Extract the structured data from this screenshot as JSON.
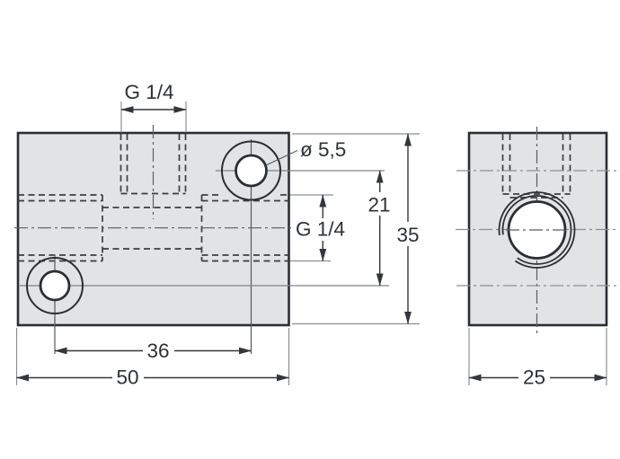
{
  "drawing": {
    "kind": "dimensioned technical drawing, junction block with threaded ports, front view and side view",
    "labels": {
      "top_port_thread": "G 1/4",
      "side_port_thread": "G 1/4",
      "mounting_hole_diameter": "ø 5,5",
      "port_center_distance": "21",
      "block_height": "35",
      "mounting_hole_spacing": "36",
      "block_width": "50",
      "block_depth": "25"
    },
    "colors": {
      "background": "#ffffff",
      "body_fill": "#e2e3e5",
      "outline": "#2b2e32",
      "hidden_line": "#3b3e42",
      "dimension_line": "#33373b",
      "extension_line": "#8b8f93",
      "text": "#2d3135"
    }
  }
}
